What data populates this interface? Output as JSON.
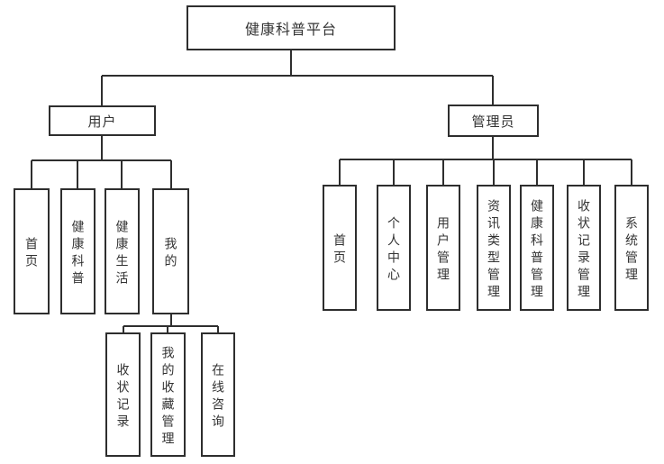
{
  "diagram": {
    "root": "健康科普平台",
    "branches": {
      "user": {
        "label": "用户",
        "children": [
          "首页",
          "健康科普",
          "健康生活",
          "我的"
        ]
      },
      "user_my_sub": {
        "parent": "我的",
        "children": [
          "收状记录",
          "我的收藏管理",
          "在线咨询"
        ]
      },
      "admin": {
        "label": "管理员",
        "children": [
          "首页",
          "个人中心",
          "用户管理",
          "资讯类型管理",
          "健康科普管理",
          "收状记录管理",
          "系统管理"
        ]
      }
    },
    "colors": {
      "background": "#ffffff",
      "line": "#2e2e2e",
      "border": "#2e2e2e",
      "text": "#333333"
    }
  }
}
